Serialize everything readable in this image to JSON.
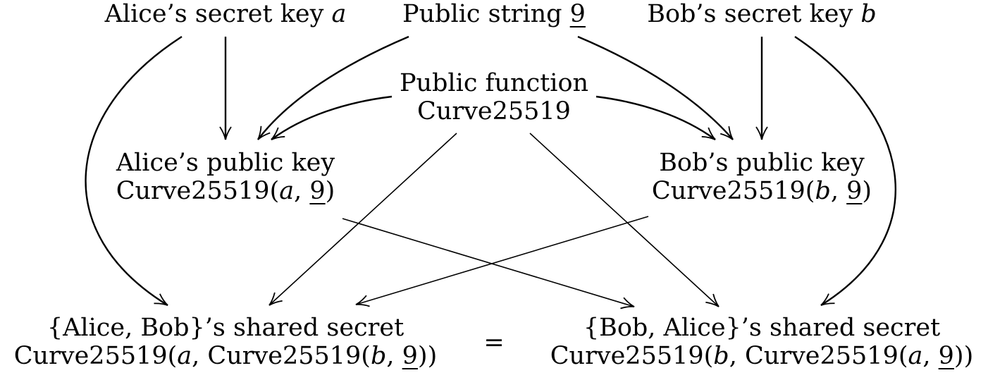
{
  "nodes": {
    "alice_secret": {
      "text": "Alice’s secret key ",
      "var": "a"
    },
    "public_string": {
      "text": "Public string ",
      "value": "9"
    },
    "bob_secret": {
      "text": "Bob’s secret key ",
      "var": "b"
    },
    "public_function": {
      "line1": "Public function",
      "line2": "Curve25519"
    },
    "alice_public": {
      "line1": "Alice’s public key",
      "fn": "Curve25519(",
      "var": "a",
      "sep": ", ",
      "value": "9",
      "close": ")"
    },
    "bob_public": {
      "line1": "Bob’s public key",
      "fn": "Curve25519(",
      "var": "b",
      "sep": ", ",
      "value": "9",
      "close": ")"
    },
    "alice_bob_shared": {
      "line1": "{Alice, Bob}’s shared secret",
      "fn": "Curve25519(",
      "var": "a",
      "inner_fn": ", Curve25519(",
      "inner_var": "b",
      "sep": ", ",
      "value": "9",
      "close": "))"
    },
    "bob_alice_shared": {
      "line1": "{Bob, Alice}’s shared secret",
      "fn": "Curve25519(",
      "var": "b",
      "inner_fn": ", Curve25519(",
      "inner_var": "a",
      "sep": ", ",
      "value": "9",
      "close": "))"
    },
    "equals": "="
  },
  "colors": {
    "ink": "#000000",
    "background": "#ffffff"
  }
}
